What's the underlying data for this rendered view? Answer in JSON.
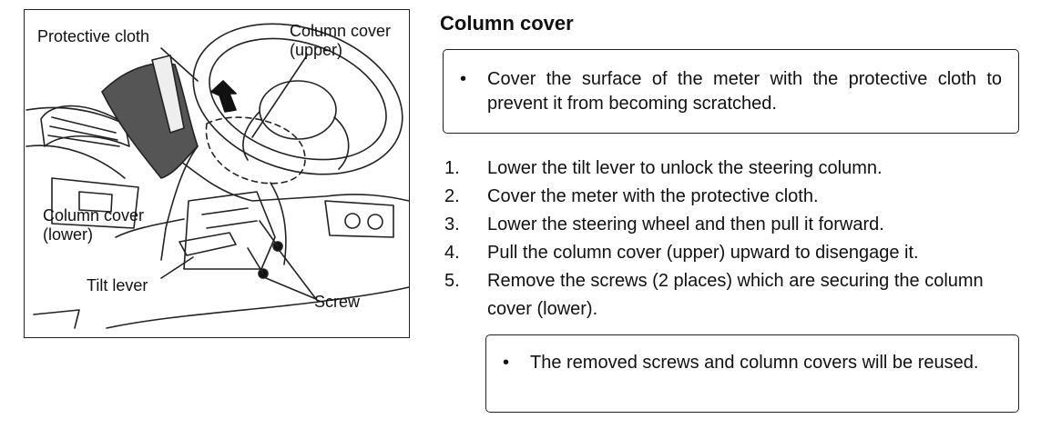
{
  "figure": {
    "labels": {
      "protective_cloth": "Protective cloth",
      "column_cover_upper_1": "Column cover",
      "column_cover_upper_2": "(upper)",
      "column_cover_lower_1": "Column cover",
      "column_cover_lower_2": "(lower)",
      "tilt_lever": "Tilt lever",
      "screw": "Screw"
    }
  },
  "section": {
    "title": "Column cover",
    "caution": {
      "bullet": "•",
      "text": "Cover the surface of the meter with the protective cloth to prevent it from becoming scratched."
    },
    "steps": [
      {
        "num": "1.",
        "text": "Lower the tilt lever to unlock the steering column."
      },
      {
        "num": "2.",
        "text": "Cover the meter with the protective cloth."
      },
      {
        "num": "3.",
        "text": "Lower the steering wheel and then pull it forward."
      },
      {
        "num": "4.",
        "text": "Pull the column cover (upper) upward to disengage it."
      },
      {
        "num": "5.",
        "text": "Remove the screws (2 places) which are securing the column cover (lower)."
      }
    ],
    "note": {
      "bullet": "•",
      "text": "The removed screws and column covers will be reused."
    }
  }
}
